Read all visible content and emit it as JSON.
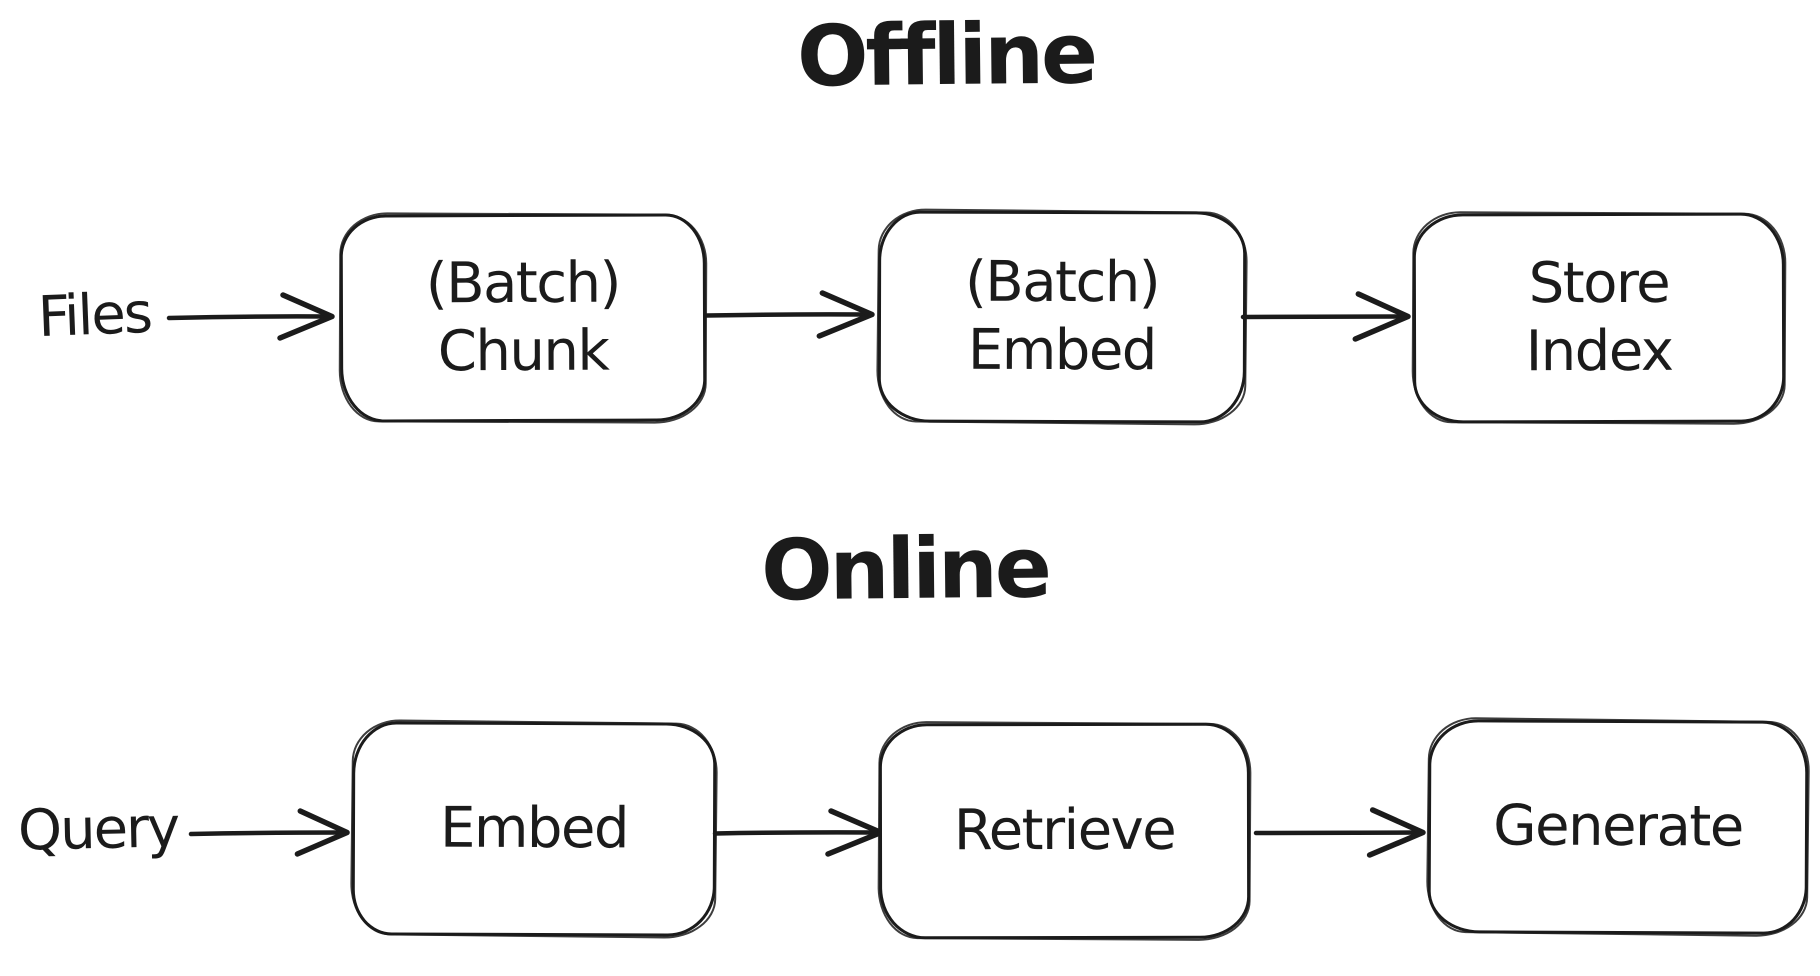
{
  "diagram": {
    "background_color": "#ffffff",
    "ink_color": "#1b1b1b",
    "sections": [
      {
        "title": "Offline",
        "input_label": "Files",
        "nodes": [
          {
            "lines": [
              "(Batch)",
              "Chunk"
            ]
          },
          {
            "lines": [
              "(Batch)",
              "Embed"
            ]
          },
          {
            "lines": [
              "Store",
              "Index"
            ]
          }
        ]
      },
      {
        "title": "Online",
        "input_label": "Query",
        "nodes": [
          {
            "lines": [
              "Embed"
            ]
          },
          {
            "lines": [
              "Retrieve"
            ]
          },
          {
            "lines": [
              "Generate"
            ]
          }
        ]
      }
    ],
    "icons": {
      "connector": "arrow-right-icon"
    }
  }
}
